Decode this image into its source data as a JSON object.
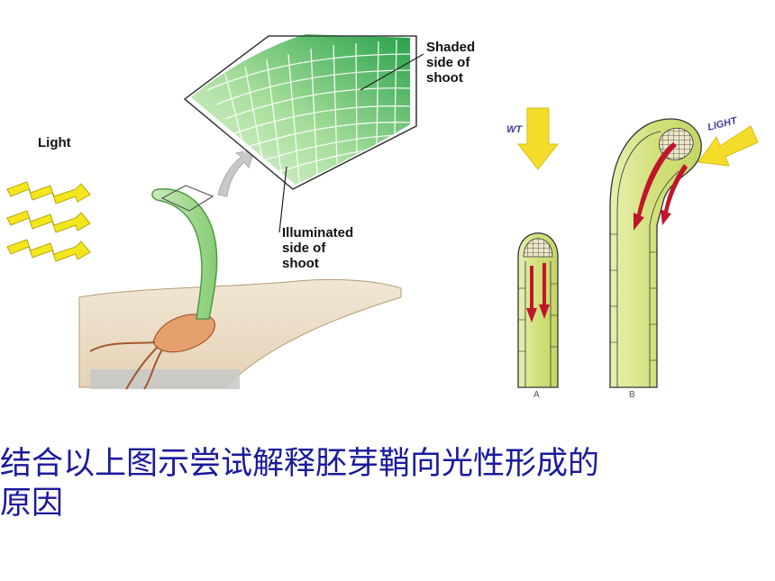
{
  "left_figure": {
    "light_label": "Light",
    "shaded_label": [
      "Shaded",
      "side of",
      "shoot"
    ],
    "illuminated_label": [
      "Illuminated",
      "side of",
      "shoot"
    ]
  },
  "right_figure": {
    "top_left_light": "WT",
    "top_right_light": "LIGHT",
    "caption_a": "A",
    "caption_b": "B"
  },
  "question": {
    "line1": "结合以上图示尝试解释胚芽鞘向光性形成的",
    "line2": "原因"
  },
  "colors": {
    "light_bolt": "#f4e61c",
    "shoot_green": "#9fd98a",
    "cell_dark": "#2fa84e",
    "coleoptile": "#d6e37a",
    "auxin_arrow": "#c0162b",
    "question_text": "#1a1a9c"
  }
}
